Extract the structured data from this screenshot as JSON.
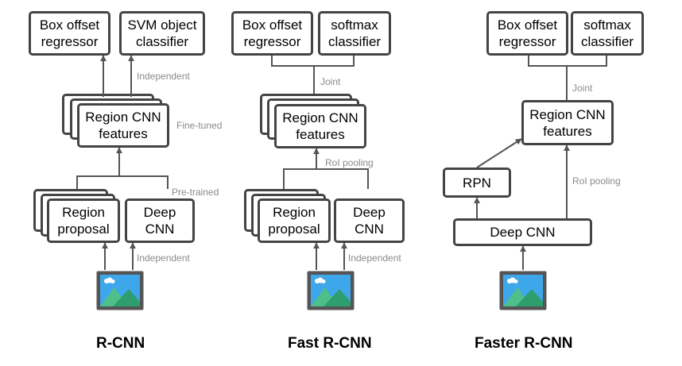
{
  "panels": [
    {
      "title": "R-CNN",
      "nodes": {
        "box_regressor": "Box offset\nregressor",
        "classifier": "SVM object\nclassifier",
        "features": "Region CNN\nfeatures",
        "region_proposal": "Region\nproposal",
        "deep_cnn": "Deep\nCNN"
      },
      "edge_labels": {
        "top": "Independent",
        "features": "Fine-tuned",
        "cnn": "Pre-trained",
        "bottom": "Independent"
      }
    },
    {
      "title": "Fast R-CNN",
      "nodes": {
        "box_regressor": "Box offset\nregressor",
        "classifier": "softmax\nclassifier",
        "features": "Region CNN\nfeatures",
        "region_proposal": "Region\nproposal",
        "deep_cnn": "Deep\nCNN"
      },
      "edge_labels": {
        "top": "Joint",
        "pooling": "RoI pooling",
        "bottom": "Independent"
      }
    },
    {
      "title": "Faster R-CNN",
      "nodes": {
        "box_regressor": "Box offset\nregressor",
        "classifier": "softmax\nclassifier",
        "features": "Region CNN\nfeatures",
        "rpn": "RPN",
        "deep_cnn": "Deep CNN"
      },
      "edge_labels": {
        "top": "Joint",
        "pooling": "RoI pooling"
      }
    }
  ],
  "colors": {
    "border": "#444444",
    "label": "#8a8a8a",
    "image_frame": "#555555",
    "sky": "#3ea7ea",
    "mountain_light": "#4fbf8a",
    "mountain_dark": "#2f9e6e",
    "cloud": "#ffffff"
  },
  "icons": {
    "input_image": "image-icon"
  }
}
